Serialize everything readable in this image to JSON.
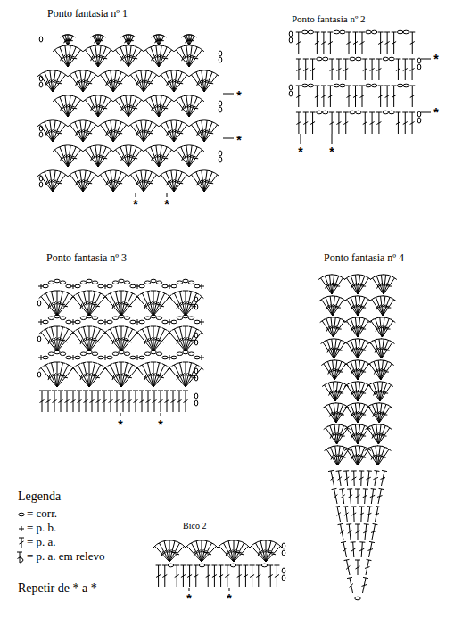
{
  "diagram": {
    "labels": [
      "Ponto fantasia nº 1",
      "Ponto fantasia nº 2",
      "Ponto fantasia nº 3",
      "Ponto fantasia nº 4",
      "Legenda",
      "Bico 2",
      "Repetir de * a *",
      "*",
      "*",
      "*",
      "*",
      "*",
      "*",
      "*",
      "*",
      "*",
      "*",
      "*",
      "*"
    ],
    "legend": [
      {
        "text": "= corr."
      },
      {
        "text": "= p. b."
      },
      {
        "text": "= p. a."
      },
      {
        "text": "= p. a. em relevo"
      }
    ]
  }
}
